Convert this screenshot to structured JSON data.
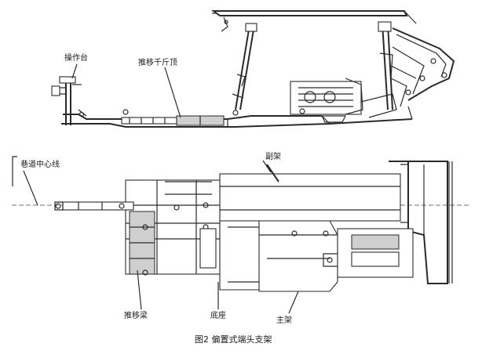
{
  "labels": {
    "console": "操作台",
    "push_jack": "推移千斤顶",
    "roadway_centerline": "巷道中心线",
    "sub_frame": "副架",
    "push_beam": "推移梁",
    "base": "底座",
    "main_frame": "主架"
  },
  "caption": "图2 偏置式端头支架"
}
